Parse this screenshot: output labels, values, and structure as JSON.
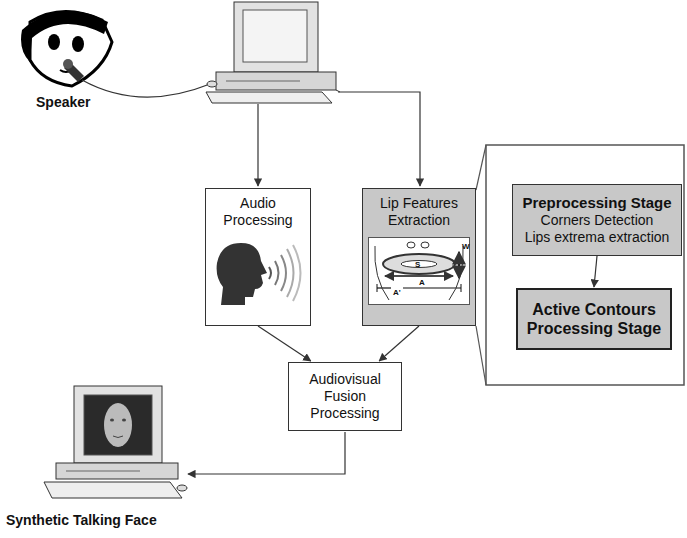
{
  "diagram": {
    "nodes": [
      {
        "text": [
          "Audio Processing"
        ]
      },
      {
        "text": [
          "Lip Features Extraction"
        ]
      },
      {
        "text": [
          "Preprocessing Stage",
          "Corners Detection",
          "Lips extrema extraction"
        ]
      },
      {
        "text": [
          "Active Contours Processing Stage"
        ]
      },
      {
        "text": [
          "Audiovisual Fusion Processing"
        ]
      }
    ],
    "edges": [
      {
        "from": 2,
        "to": 3,
        "arrow": "to"
      },
      {
        "from": 0,
        "to": 4,
        "arrow": "to"
      },
      {
        "from": 1,
        "to": 4,
        "arrow": "to"
      }
    ],
    "labels": [
      "Speaker",
      "Synthetic Talking Face",
      "S",
      "W",
      "A",
      "A'"
    ]
  }
}
